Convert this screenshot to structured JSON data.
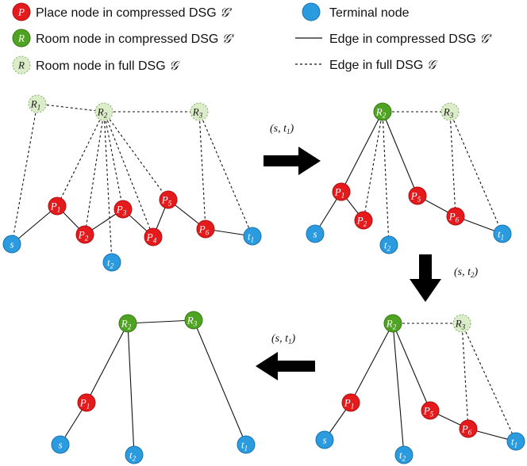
{
  "colors": {
    "place": "#e41a1c",
    "room_compressed": "#4fa322",
    "room_full": "#dbecc8",
    "terminal": "#2b9be0",
    "edge": "#111111",
    "arrow": "#000000"
  },
  "legend": {
    "place": {
      "symbol": "P",
      "text": "Place node in compressed DSG ",
      "math": "𝒢′"
    },
    "room_compressed": {
      "symbol": "R",
      "text": "Room node in compressed DSG ",
      "math": "𝒢′"
    },
    "room_full": {
      "symbol": "R",
      "text": "Room node in full DSG ",
      "math": "𝒢"
    },
    "terminal": {
      "text": "Terminal node"
    },
    "edge_compressed": {
      "text": "Edge in compressed DSG ",
      "math": "𝒢′"
    },
    "edge_full": {
      "text": "Edge in full DSG ",
      "math": "𝒢"
    }
  },
  "steps": {
    "step1": "(s, t",
    "step1_sub": "1",
    "step1_close": ")",
    "step2": "(s, t",
    "step2_sub": "2",
    "step2_close": ")",
    "step3": "(s, t",
    "step3_sub": "1",
    "step3_close": ")"
  },
  "panels": [
    {
      "id": "panel-1",
      "nodes": [
        {
          "id": "R1",
          "kind": "room_full",
          "base": "R",
          "sub": "1"
        },
        {
          "id": "R2",
          "kind": "room_full",
          "base": "R",
          "sub": "2"
        },
        {
          "id": "R3",
          "kind": "room_full",
          "base": "R",
          "sub": "3"
        },
        {
          "id": "P1",
          "kind": "place",
          "base": "P",
          "sub": "1"
        },
        {
          "id": "P2",
          "kind": "place",
          "base": "P",
          "sub": "2"
        },
        {
          "id": "P3",
          "kind": "place",
          "base": "P",
          "sub": "3"
        },
        {
          "id": "P4",
          "kind": "place",
          "base": "P",
          "sub": "4"
        },
        {
          "id": "P5",
          "kind": "place",
          "base": "P",
          "sub": "5"
        },
        {
          "id": "P6",
          "kind": "place",
          "base": "P",
          "sub": "6"
        },
        {
          "id": "s",
          "kind": "terminal",
          "base": "s",
          "sub": ""
        },
        {
          "id": "t2",
          "kind": "terminal",
          "base": "t",
          "sub": "2"
        },
        {
          "id": "t1",
          "kind": "terminal",
          "base": "t",
          "sub": "1"
        }
      ],
      "edges": [
        [
          "R1",
          "R2",
          "dashed"
        ],
        [
          "R2",
          "R3",
          "dashed"
        ],
        [
          "R1",
          "s",
          "dashed"
        ],
        [
          "R2",
          "P1",
          "dashed"
        ],
        [
          "R2",
          "P2",
          "dashed"
        ],
        [
          "R2",
          "t2",
          "dashed"
        ],
        [
          "R2",
          "P3",
          "dashed"
        ],
        [
          "R2",
          "P4",
          "dashed"
        ],
        [
          "R2",
          "P5",
          "dashed"
        ],
        [
          "R3",
          "P6",
          "dashed"
        ],
        [
          "R3",
          "t1",
          "dashed"
        ],
        [
          "s",
          "P1",
          "solid"
        ],
        [
          "P1",
          "P2",
          "solid"
        ],
        [
          "P2",
          "P3",
          "solid"
        ],
        [
          "P3",
          "P4",
          "solid"
        ],
        [
          "P4",
          "P5",
          "solid"
        ],
        [
          "P5",
          "P6",
          "solid"
        ],
        [
          "P6",
          "t1",
          "solid"
        ]
      ]
    },
    {
      "id": "panel-2",
      "nodes": [
        {
          "id": "R2",
          "kind": "room_compressed",
          "base": "R",
          "sub": "2"
        },
        {
          "id": "R3",
          "kind": "room_full",
          "base": "R",
          "sub": "3"
        },
        {
          "id": "P1",
          "kind": "place",
          "base": "P",
          "sub": "1"
        },
        {
          "id": "P2",
          "kind": "place",
          "base": "P",
          "sub": "2"
        },
        {
          "id": "P5",
          "kind": "place",
          "base": "P",
          "sub": "5"
        },
        {
          "id": "P6",
          "kind": "place",
          "base": "P",
          "sub": "6"
        },
        {
          "id": "s",
          "kind": "terminal",
          "base": "s",
          "sub": ""
        },
        {
          "id": "t2",
          "kind": "terminal",
          "base": "t",
          "sub": "2"
        },
        {
          "id": "t1",
          "kind": "terminal",
          "base": "t",
          "sub": "1"
        }
      ],
      "edges": [
        [
          "R2",
          "R3",
          "dashed"
        ],
        [
          "R2",
          "P2",
          "dashed"
        ],
        [
          "R2",
          "t2",
          "dashed"
        ],
        [
          "R3",
          "P6",
          "dashed"
        ],
        [
          "R3",
          "t1",
          "dashed"
        ],
        [
          "R2",
          "P1",
          "solid"
        ],
        [
          "R2",
          "P5",
          "solid"
        ],
        [
          "s",
          "P1",
          "solid"
        ],
        [
          "P1",
          "P2",
          "solid"
        ],
        [
          "P5",
          "P6",
          "solid"
        ],
        [
          "P6",
          "t1",
          "solid"
        ]
      ]
    },
    {
      "id": "panel-3",
      "nodes": [
        {
          "id": "R2",
          "kind": "room_compressed",
          "base": "R",
          "sub": "2"
        },
        {
          "id": "R3",
          "kind": "room_full",
          "base": "R",
          "sub": "3"
        },
        {
          "id": "P1",
          "kind": "place",
          "base": "P",
          "sub": "1"
        },
        {
          "id": "P5",
          "kind": "place",
          "base": "P",
          "sub": "5"
        },
        {
          "id": "P6",
          "kind": "place",
          "base": "P",
          "sub": "6"
        },
        {
          "id": "s",
          "kind": "terminal",
          "base": "s",
          "sub": ""
        },
        {
          "id": "t2",
          "kind": "terminal",
          "base": "t",
          "sub": "2"
        },
        {
          "id": "t1",
          "kind": "terminal",
          "base": "t",
          "sub": "1"
        }
      ],
      "edges": [
        [
          "R2",
          "R3",
          "dashed"
        ],
        [
          "R3",
          "P6",
          "dashed"
        ],
        [
          "R3",
          "t1",
          "dashed"
        ],
        [
          "R2",
          "P1",
          "solid"
        ],
        [
          "R2",
          "t2",
          "solid"
        ],
        [
          "R2",
          "P5",
          "solid"
        ],
        [
          "P1",
          "s",
          "solid"
        ],
        [
          "P5",
          "P6",
          "solid"
        ],
        [
          "P6",
          "t1",
          "solid"
        ]
      ]
    },
    {
      "id": "panel-4",
      "nodes": [
        {
          "id": "R2",
          "kind": "room_compressed",
          "base": "R",
          "sub": "2"
        },
        {
          "id": "R3",
          "kind": "room_compressed",
          "base": "R",
          "sub": "3"
        },
        {
          "id": "P1",
          "kind": "place",
          "base": "P",
          "sub": "1"
        },
        {
          "id": "s",
          "kind": "terminal",
          "base": "s",
          "sub": ""
        },
        {
          "id": "t2",
          "kind": "terminal",
          "base": "t",
          "sub": "2"
        },
        {
          "id": "t1",
          "kind": "terminal",
          "base": "t",
          "sub": "1"
        }
      ],
      "edges": [
        [
          "R2",
          "R3",
          "solid"
        ],
        [
          "R2",
          "P1",
          "solid"
        ],
        [
          "R2",
          "t2",
          "solid"
        ],
        [
          "R3",
          "t1",
          "solid"
        ],
        [
          "P1",
          "s",
          "solid"
        ]
      ]
    }
  ]
}
